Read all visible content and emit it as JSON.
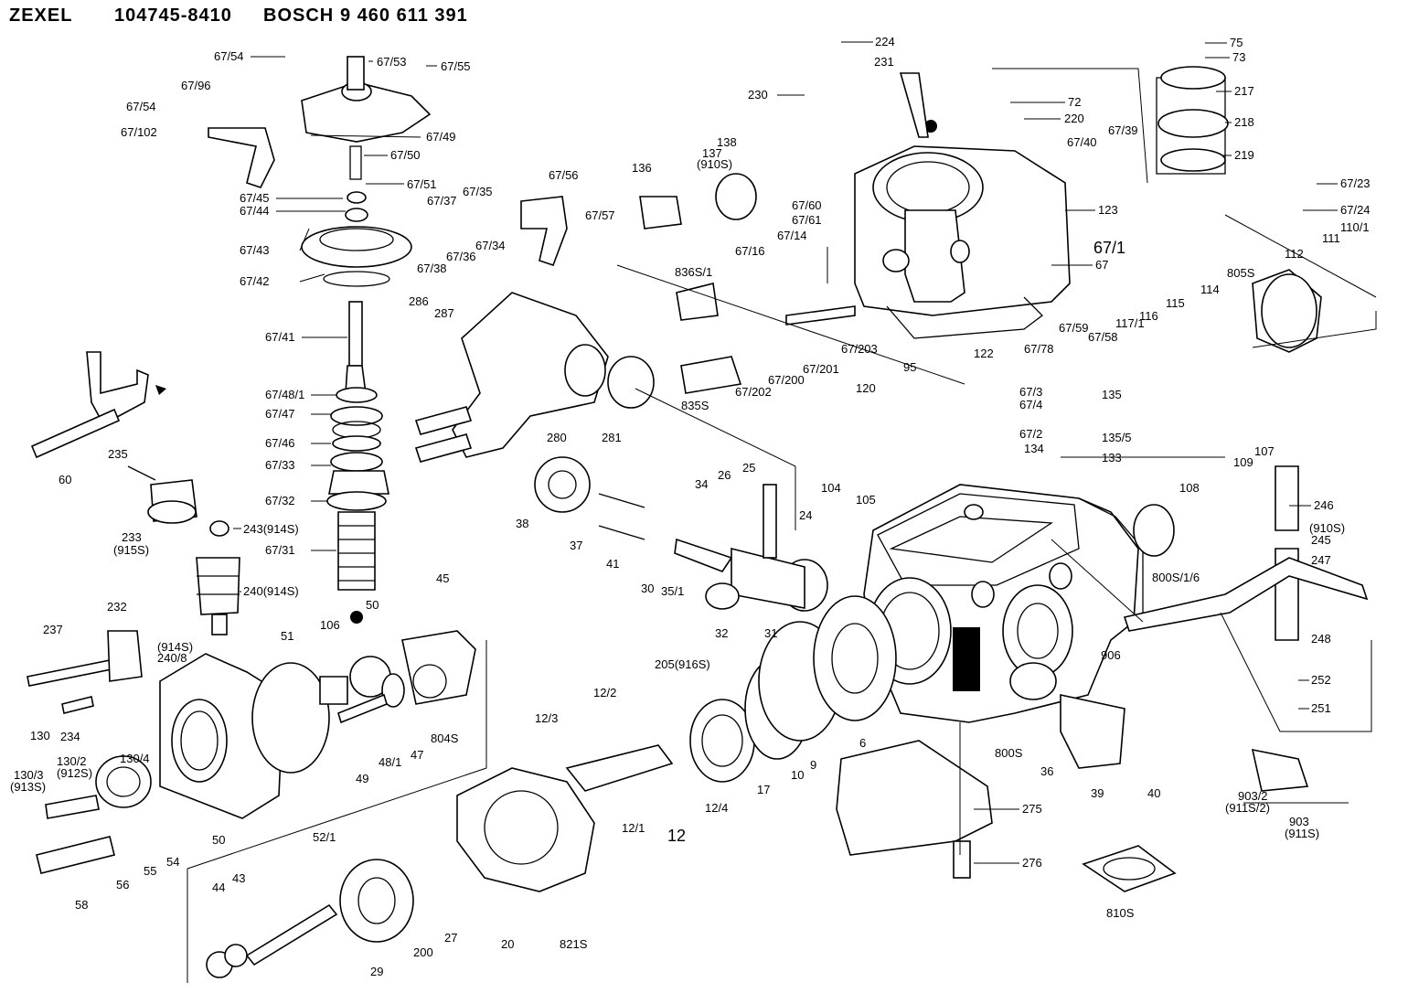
{
  "header": {
    "brand1": "ZEXEL",
    "part1": "104745-8410",
    "brand2": "BOSCH",
    "part2": "9 460 611 391"
  },
  "labels": [
    "67/54",
    "67/53",
    "67/55",
    "67/96",
    "67/54",
    "67/102",
    "67/49",
    "67/50",
    "67/51",
    "67/45",
    "67/44",
    "67/43",
    "67/42",
    "67/41",
    "67/48/1",
    "67/47",
    "67/46",
    "67/33",
    "67/32",
    "67/31",
    "67/56",
    "67/57",
    "67/37",
    "67/35",
    "67/36",
    "67/34",
    "67/38",
    "60",
    "235",
    "233",
    "(915S)",
    "243(914S)",
    "240(914S)",
    "(914S)",
    "240/8",
    "237",
    "232",
    "234",
    "130",
    "130/4",
    "130/2",
    "(912S)",
    "130/3",
    "(913S)",
    "56",
    "55",
    "54",
    "58",
    "50",
    "106",
    "50",
    "51",
    "45",
    "49",
    "48/1",
    "47",
    "804S",
    "286",
    "287",
    "280",
    "281",
    "136",
    "137",
    "(910S)",
    "138",
    "67/16",
    "67/14",
    "836S/1",
    "835S",
    "67/202",
    "67/200",
    "67/201",
    "67/203",
    "67/60",
    "67/61",
    "230",
    "224",
    "231",
    "72",
    "220",
    "67/40",
    "67/39",
    "123",
    "67/1",
    "67",
    "67/59",
    "67/58",
    "67/78",
    "75",
    "73",
    "217",
    "218",
    "219",
    "67/23",
    "67/24",
    "110/1",
    "111",
    "112",
    "805S",
    "114",
    "115",
    "116",
    "117/1",
    "122",
    "95",
    "120",
    "67/3",
    "67/4",
    "67/2",
    "135",
    "135/5",
    "134",
    "133",
    "109",
    "107",
    "108",
    "38",
    "37",
    "41",
    "30",
    "35/1",
    "34",
    "26",
    "25",
    "24",
    "32",
    "31",
    "104",
    "105",
    "800S/1/6",
    "246",
    "(910S)",
    "245",
    "247",
    "248",
    "252",
    "251",
    "906",
    "800S",
    "36",
    "39",
    "40",
    "903/2",
    "(911S/2)",
    "903",
    "(911S)",
    "205(916S)",
    "12/2",
    "12/3",
    "12/1",
    "12/4",
    "12",
    "17",
    "10",
    "9",
    "6",
    "275",
    "276",
    "810S",
    "52/1",
    "44",
    "43",
    "29",
    "200",
    "27",
    "20",
    "821S"
  ],
  "icons": {
    "pointer_arrow": "triangle-arrow-icon"
  }
}
